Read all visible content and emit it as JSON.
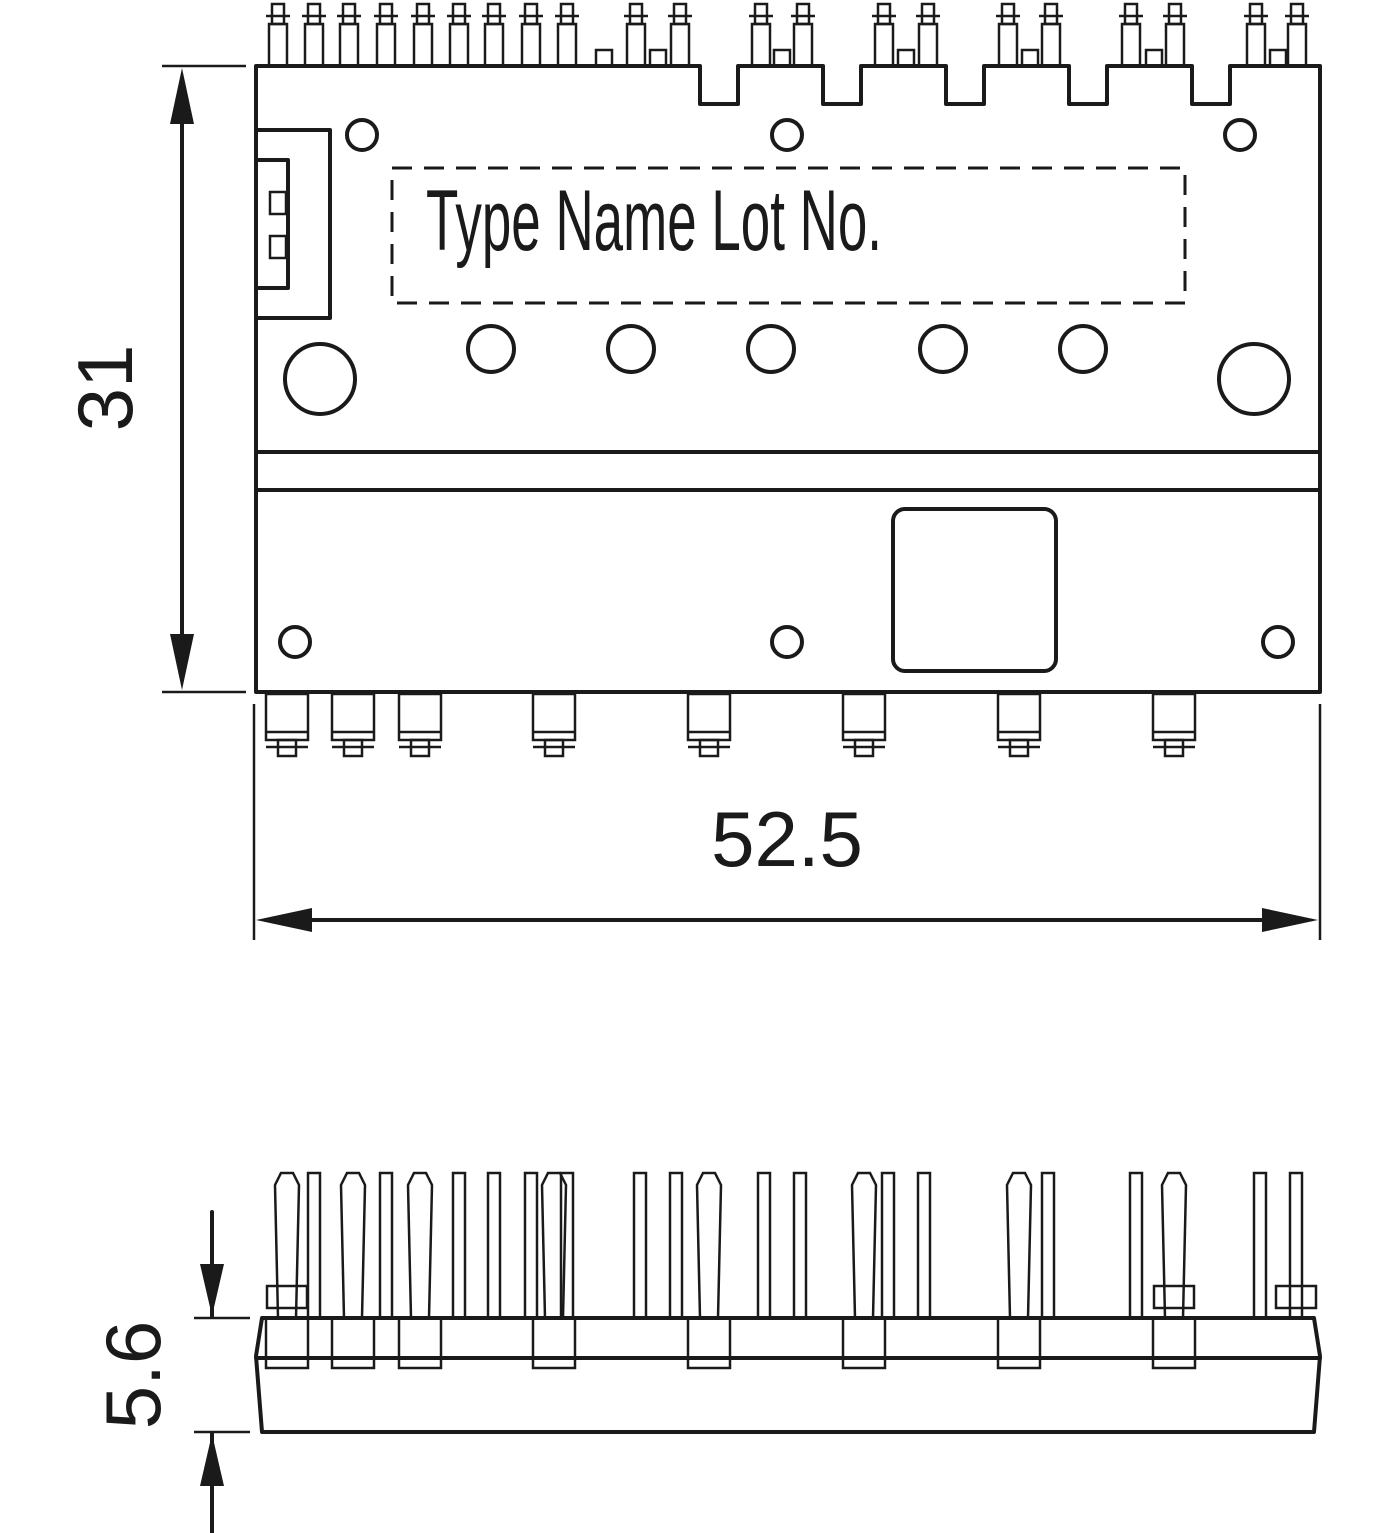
{
  "marking_label": "Type Name Lot No.",
  "dimensions": {
    "height": "31",
    "width": "52.5",
    "thickness": "5.6"
  },
  "colors": {
    "line": "#1a1a1a",
    "background": "#ffffff"
  }
}
